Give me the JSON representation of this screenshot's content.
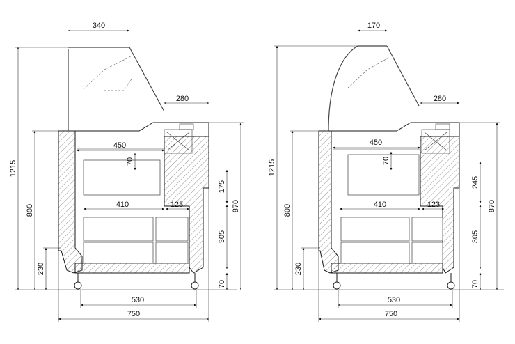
{
  "left_view": {
    "dims": {
      "top_width": "340",
      "shelf_depth": "280",
      "tray_depth": "450",
      "tray_height": "70",
      "lower_width": "410",
      "side_section": "123",
      "total_height": "1215",
      "body_height": "800",
      "plinth_height": "230",
      "upper_section": "175",
      "counter_height": "870",
      "lower_section": "305",
      "foot_height": "70",
      "base_width": "530",
      "total_width": "750"
    }
  },
  "right_view": {
    "dims": {
      "top_width": "170",
      "shelf_depth": "280",
      "tray_depth": "450",
      "tray_height": "70",
      "lower_width": "410",
      "side_section": "123",
      "total_height": "1215",
      "body_height": "800",
      "plinth_height": "230",
      "upper_section": "245",
      "counter_height": "870",
      "lower_section": "305",
      "foot_height": "70",
      "base_width": "530",
      "total_width": "750"
    }
  }
}
